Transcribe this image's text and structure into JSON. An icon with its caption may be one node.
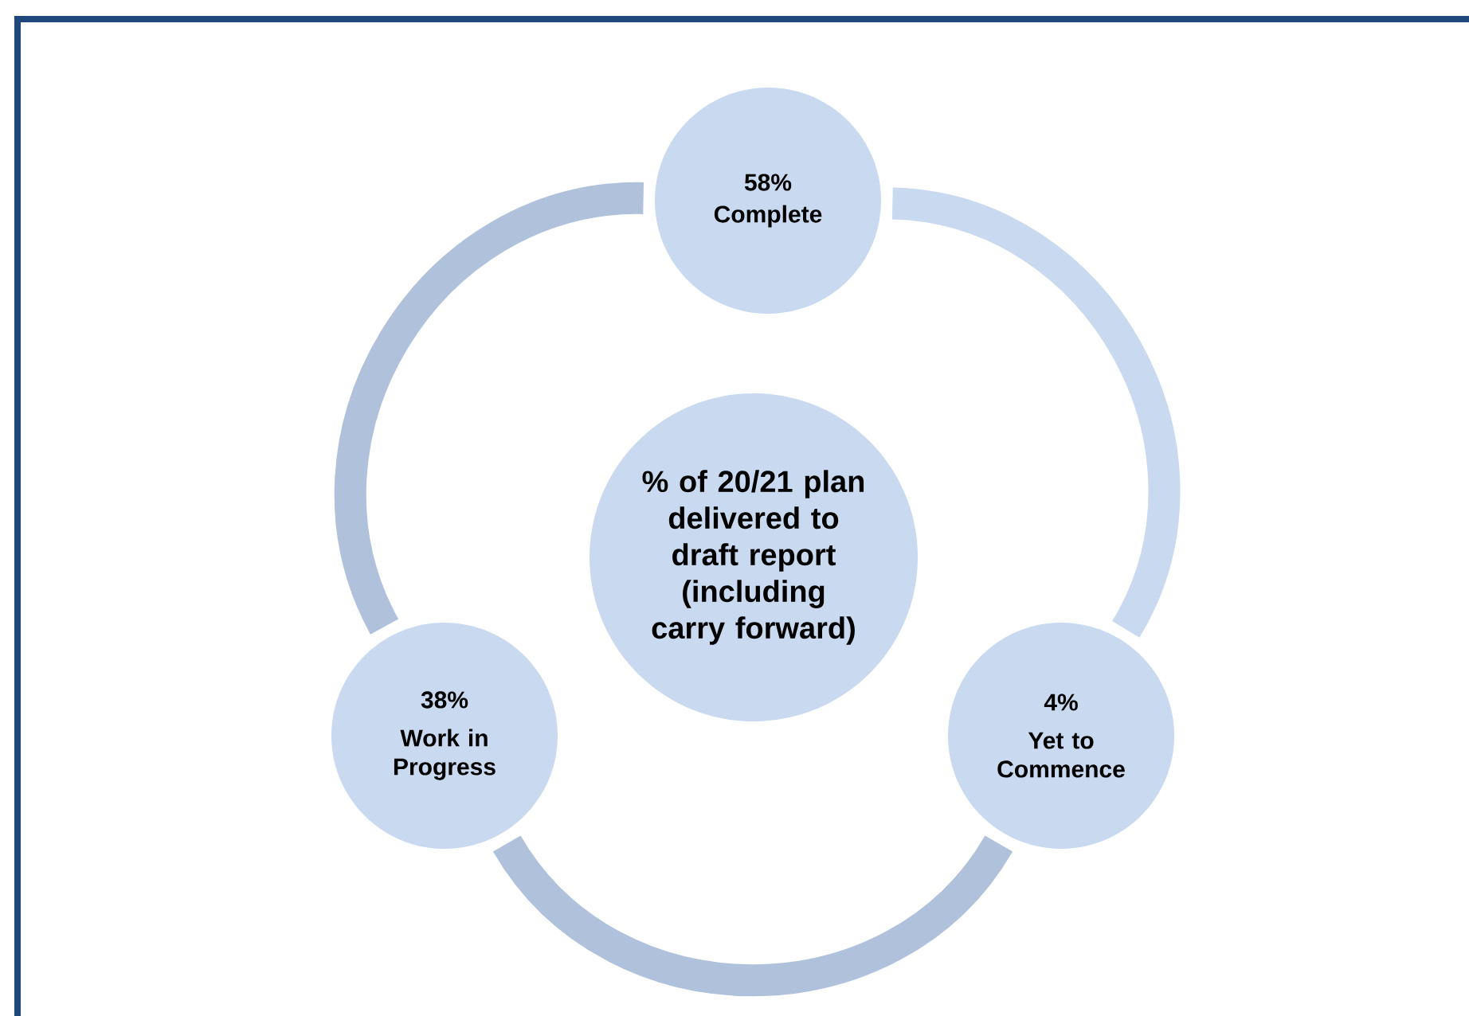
{
  "diagram": {
    "nodes": [
      {
        "text": [
          "58%",
          "Complete"
        ]
      },
      {
        "text": [
          "% of 20/21 plan delivered to draft report (including carry forward)"
        ]
      },
      {
        "text": [
          "38%",
          "Work in Progress"
        ]
      },
      {
        "text": [
          "4%",
          "Yet to Commence"
        ]
      }
    ],
    "edges": [
      {
        "from": 2,
        "to": 0,
        "arrow": "none"
      },
      {
        "from": 0,
        "to": 3,
        "arrow": "none",
        "color": "#c8d9f0"
      },
      {
        "from": 3,
        "to": 2,
        "arrow": "none"
      }
    ]
  }
}
